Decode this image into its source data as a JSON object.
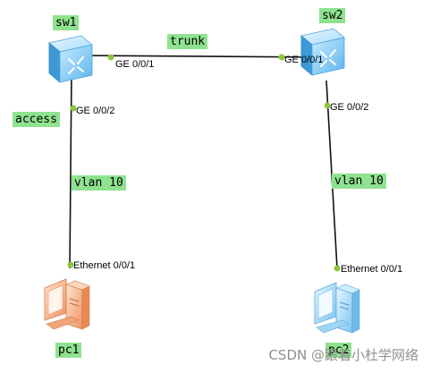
{
  "nodes": {
    "sw1": {
      "label": "sw1"
    },
    "sw2": {
      "label": "sw2"
    },
    "pc1": {
      "label": "pc1"
    },
    "pc2": {
      "label": "pc2"
    }
  },
  "links": {
    "sw1_sw2": {
      "tag": "trunk",
      "port_a": "GE 0/0/1",
      "port_b": "GE 0/0/1"
    },
    "sw1_pc1": {
      "mode_tag": "access",
      "vlan_tag": "vlan 10",
      "port_a": "GE 0/0/2",
      "port_b": "Ethernet 0/0/1"
    },
    "sw2_pc2": {
      "vlan_tag": "vlan 10",
      "port_a": "GE 0/0/2",
      "port_b": "Ethernet 0/0/1"
    }
  },
  "watermark": "CSDN @跟着小杜学网络",
  "colors": {
    "switch_blue": "#5fb8ee",
    "pc_orange": "#f3a077",
    "pc_blue": "#8cccf3",
    "tag_green": "#8fe28f",
    "port_dot": "#8cc63f"
  },
  "icons": {
    "switch": "switch-icon",
    "pc": "pc-icon"
  }
}
